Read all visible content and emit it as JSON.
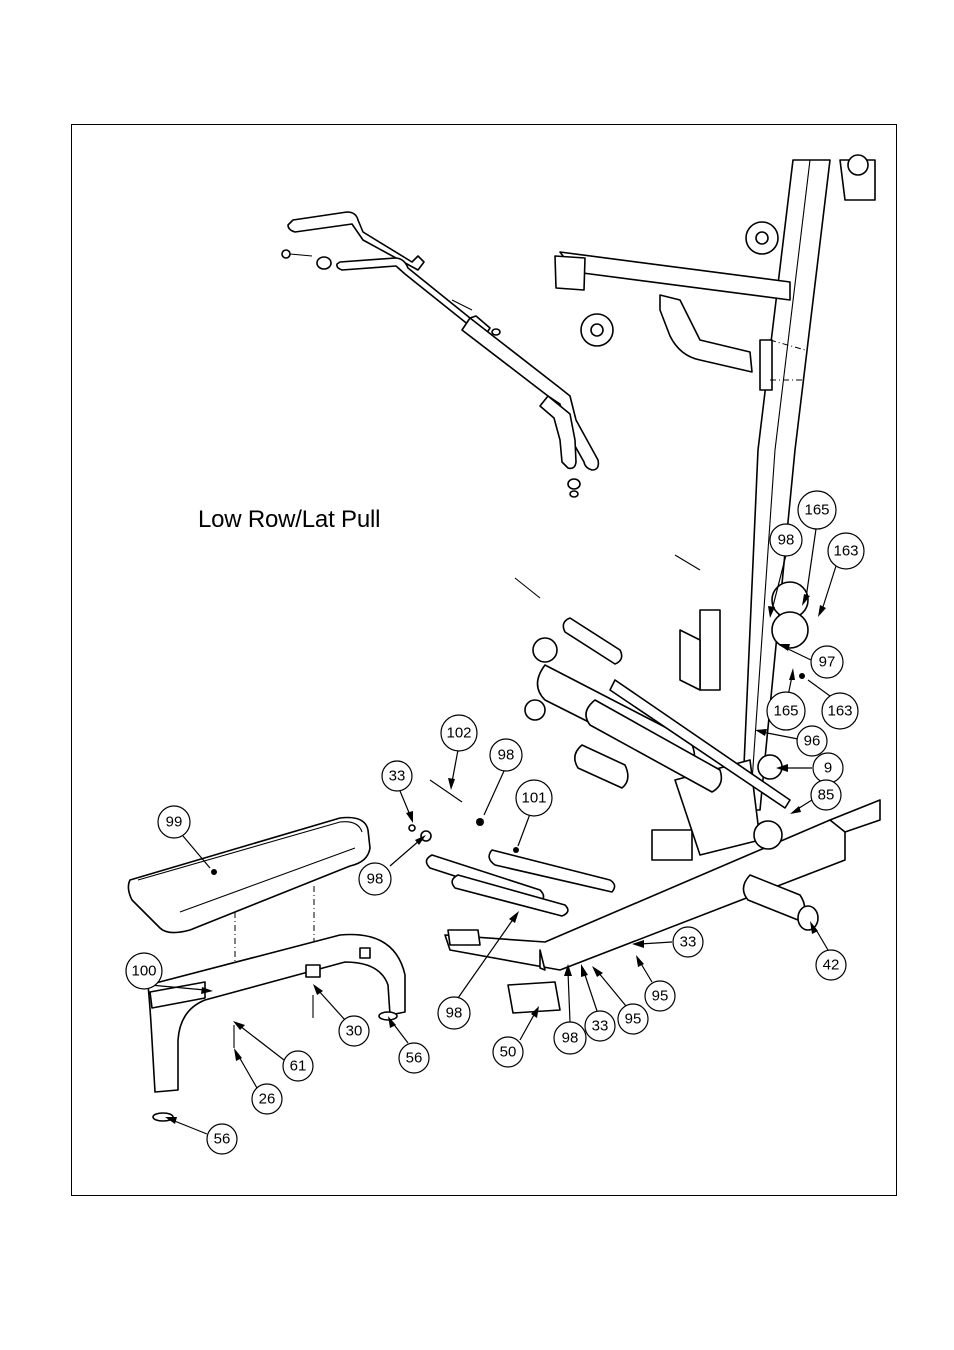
{
  "diagram": {
    "title": "Low Row/Lat Pull"
  },
  "callouts": [
    {
      "id": "c165a",
      "label": "165"
    },
    {
      "id": "c98a",
      "label": "98"
    },
    {
      "id": "c163a",
      "label": "163"
    },
    {
      "id": "c97",
      "label": "97"
    },
    {
      "id": "c165b",
      "label": "165"
    },
    {
      "id": "c163b",
      "label": "163"
    },
    {
      "id": "c96",
      "label": "96"
    },
    {
      "id": "c9",
      "label": "9"
    },
    {
      "id": "c85",
      "label": "85"
    },
    {
      "id": "c102",
      "label": "102"
    },
    {
      "id": "c98b",
      "label": "98"
    },
    {
      "id": "c101",
      "label": "101"
    },
    {
      "id": "c33a",
      "label": "33"
    },
    {
      "id": "c99",
      "label": "99"
    },
    {
      "id": "c98c",
      "label": "98"
    },
    {
      "id": "c33b",
      "label": "33"
    },
    {
      "id": "c42",
      "label": "42"
    },
    {
      "id": "c95a",
      "label": "95"
    },
    {
      "id": "c100",
      "label": "100"
    },
    {
      "id": "c30",
      "label": "30"
    },
    {
      "id": "c98d",
      "label": "98"
    },
    {
      "id": "c95b",
      "label": "95"
    },
    {
      "id": "c33c",
      "label": "33"
    },
    {
      "id": "c98e",
      "label": "98"
    },
    {
      "id": "c50",
      "label": "50"
    },
    {
      "id": "c56a",
      "label": "56"
    },
    {
      "id": "c61",
      "label": "61"
    },
    {
      "id": "c26",
      "label": "26"
    },
    {
      "id": "c56b",
      "label": "56"
    }
  ]
}
